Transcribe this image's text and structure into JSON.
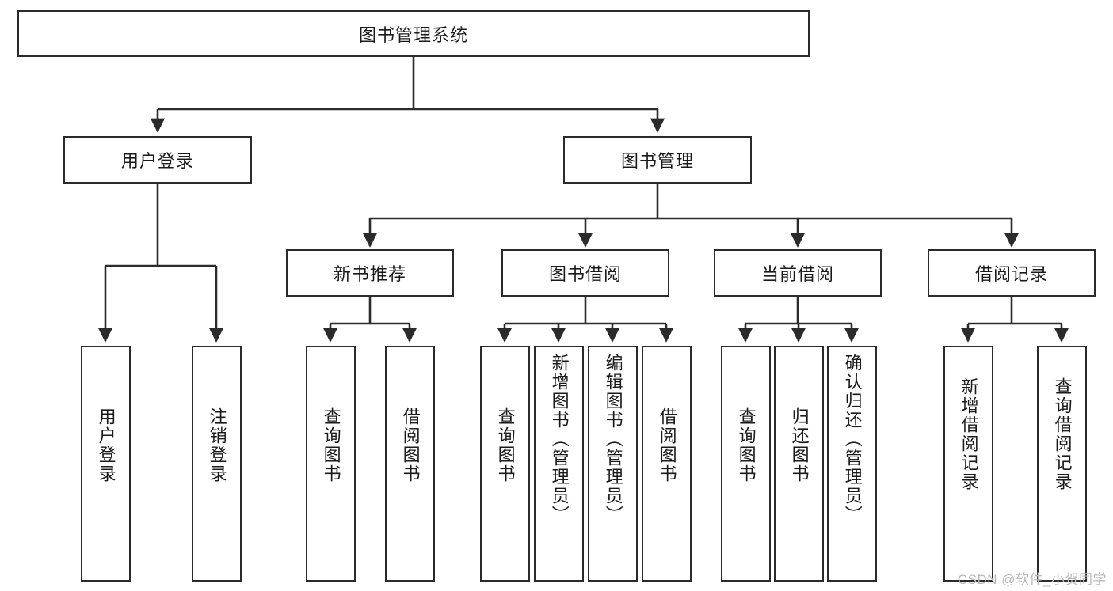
{
  "diagram": {
    "type": "tree-hierarchy",
    "title": "图书管理系统",
    "root": {
      "label": "图书管理系统"
    },
    "level2": [
      {
        "id": "user-login",
        "label": "用户登录"
      },
      {
        "id": "book-manage",
        "label": "图书管理"
      }
    ],
    "level3": [
      {
        "id": "new-book-recommend",
        "label": "新书推荐",
        "parent": "book-manage"
      },
      {
        "id": "book-borrow",
        "label": "图书借阅",
        "parent": "book-manage"
      },
      {
        "id": "current-borrow",
        "label": "当前借阅",
        "parent": "book-manage"
      },
      {
        "id": "borrow-record",
        "label": "借阅记录",
        "parent": "book-manage"
      }
    ],
    "leaves": [
      {
        "id": "leaf-user-login",
        "label": "用户登录",
        "parent": "user-login"
      },
      {
        "id": "leaf-logout-login",
        "label": "注销登录",
        "parent": "user-login"
      },
      {
        "id": "leaf-query-book-1",
        "label": "查询图书",
        "parent": "new-book-recommend"
      },
      {
        "id": "leaf-borrow-book-1",
        "label": "借阅图书",
        "parent": "new-book-recommend"
      },
      {
        "id": "leaf-query-book-2",
        "label": "查询图书",
        "parent": "book-borrow"
      },
      {
        "id": "leaf-add-book",
        "label": "新增图书（管理员）",
        "parent": "book-borrow"
      },
      {
        "id": "leaf-edit-book",
        "label": "编辑图书（管理员）",
        "parent": "book-borrow"
      },
      {
        "id": "leaf-borrow-book-2",
        "label": "借阅图书",
        "parent": "book-borrow"
      },
      {
        "id": "leaf-query-book-3",
        "label": "查询图书",
        "parent": "current-borrow"
      },
      {
        "id": "leaf-return-book",
        "label": "归还图书",
        "parent": "current-borrow"
      },
      {
        "id": "leaf-confirm-return",
        "label": "确认归还（管理员）",
        "parent": "current-borrow"
      },
      {
        "id": "leaf-add-record",
        "label": "新增借阅记录",
        "parent": "borrow-record"
      },
      {
        "id": "leaf-query-record",
        "label": "查询借阅记录",
        "parent": "borrow-record"
      }
    ],
    "colors": {
      "stroke": "#2b2b2b",
      "fill": "#ffffff",
      "text": "#1a1a1a",
      "watermark": "#b8b8b8"
    }
  },
  "watermark": {
    "text": "CSDN @软件_小贺同学"
  }
}
